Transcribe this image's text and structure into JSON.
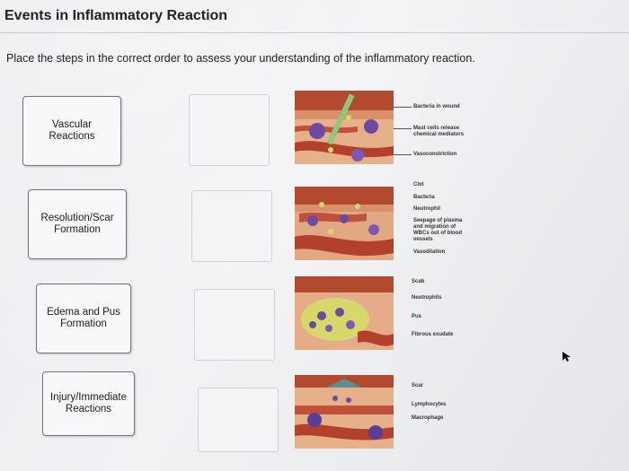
{
  "page": {
    "title": "Events in Inflammatory Reaction",
    "instructions": "Place the steps in the correct order to assess your understanding of the inflammatory reaction."
  },
  "cards": [
    {
      "line1": "Vascular",
      "line2": "Reactions"
    },
    {
      "line1": "Resolution/Scar",
      "line2": "Formation"
    },
    {
      "line1": "Edema and Pus",
      "line2": "Formation"
    },
    {
      "line1": "Injury/Immediate",
      "line2": "Reactions"
    }
  ],
  "drop_zones": 4,
  "images": [
    {
      "labels": [
        "Bacteria in wound",
        "Mast cells release",
        "chemical mediators",
        "Vasoconstriction"
      ]
    },
    {
      "labels": [
        "Clot",
        "Bacteria",
        "Neutrophil",
        "Seepage of plasma",
        "and migration of",
        "WBCs out of blood",
        "vessels",
        "Vasodilation"
      ]
    },
    {
      "labels": [
        "Scab",
        "Neutrophils",
        "Pus",
        "Fibrous exudate"
      ]
    },
    {
      "labels": [
        "Scar",
        "Lymphocytes",
        "Macrophage"
      ]
    }
  ],
  "colors": {
    "tissue_top": "#b24a2e",
    "tissue_mid": "#d9906a",
    "vessel": "#b3402b",
    "cell_purple": "#6a4aa3",
    "pus_yellow": "#d7d86c"
  }
}
